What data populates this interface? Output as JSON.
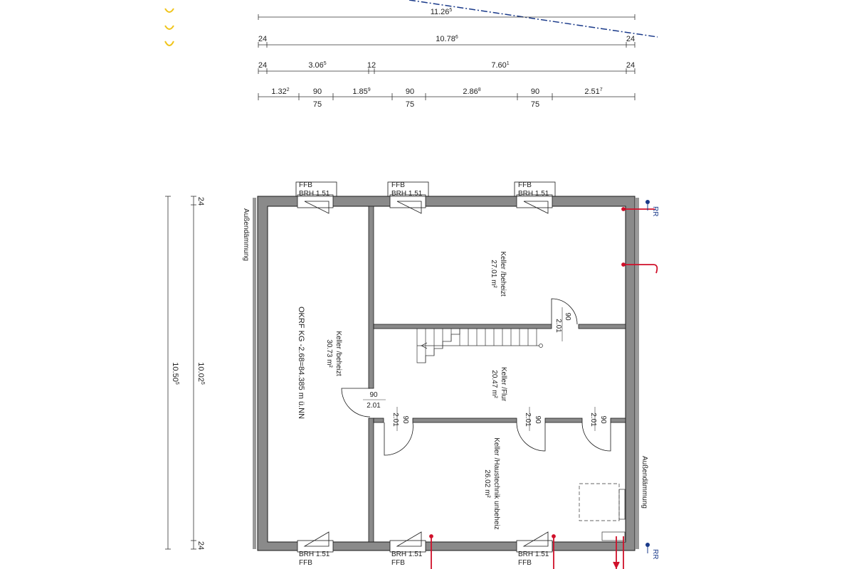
{
  "colors": {
    "wall": "#8a8a8a",
    "wall_outline": "#1a1a1a",
    "pipe": "#d0102a",
    "blue": "#1a3a8a",
    "yellow": "#f0c419",
    "insulation": "#555555"
  },
  "top_dims": {
    "total": "11.26",
    "total_sup": "5",
    "row2_left": "24",
    "row2_mid": "10.78",
    "row2_mid_sup": "6",
    "row2_right": "24",
    "row3_a": "24",
    "row3_b": "3.06",
    "row3_b_sup": "5",
    "row3_c": "12",
    "row3_d": "7.60",
    "row3_d_sup": "1",
    "row3_e": "24",
    "row4_a": "1.32",
    "row4_a_sup": "2",
    "row4_b": "90",
    "row4_b_sub": "75",
    "row4_c": "1.85",
    "row4_c_sup": "9",
    "row4_d": "90",
    "row4_d_sub": "75",
    "row4_e": "2.86",
    "row4_e_sup": "8",
    "row4_f": "90",
    "row4_f_sub": "75",
    "row4_g": "2.51",
    "row4_g_sup": "7"
  },
  "side_dims": {
    "outer": "10.50",
    "outer_sup": "5",
    "inner": "10.02",
    "inner_sup": "5",
    "top_wall": "24",
    "bottom_wall": "24"
  },
  "windows": {
    "ffb": "FFB",
    "brh": "BRH 1.51"
  },
  "insulation_label": "Außendämmung",
  "rooms": {
    "keller_top": {
      "name": "Keller /beheizt",
      "area": "27.01 m²"
    },
    "keller_left": {
      "name": "Keller /beheizt",
      "area": "30.73 m²"
    },
    "flur": {
      "name": "Keller /Flur",
      "area": "20.47 m²"
    },
    "haustechnik": {
      "name": "Keller /Haustechnik unbeheiz",
      "area": "26.02 m²"
    }
  },
  "okrf": "OKRF KG -2.68=84.385 m ü.NN",
  "doors": {
    "width": "90",
    "height": "2.01"
  },
  "rr_label": "RR"
}
